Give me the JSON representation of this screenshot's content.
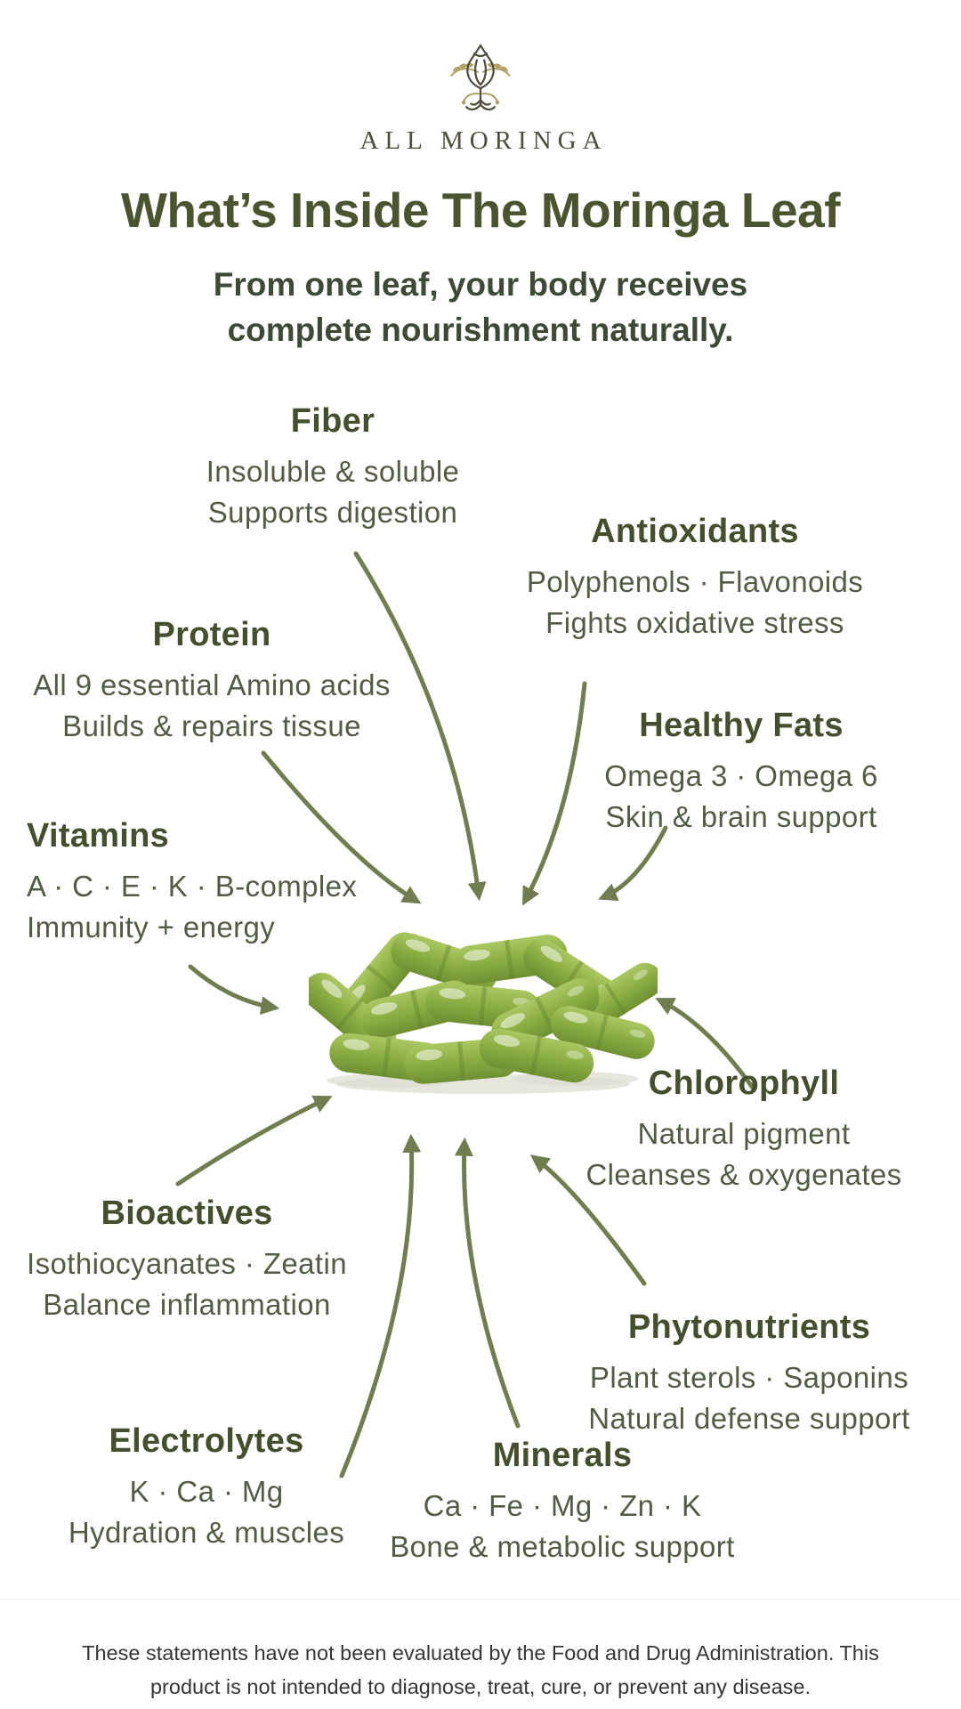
{
  "brand": {
    "name": "ALL MORINGA"
  },
  "header": {
    "title": "What’s Inside The Moringa Leaf",
    "subtitle_line1": "From one leaf, your body receives",
    "subtitle_line2": "complete nourishment naturally."
  },
  "center_image": {
    "alt": "pile of green moringa capsules"
  },
  "nutrients": [
    {
      "name": "Fiber",
      "line1": "Insoluble & soluble",
      "line2": "Supports digestion"
    },
    {
      "name": "Antioxidants",
      "line1": "Polyphenols · Flavonoids",
      "line2": "Fights oxidative stress"
    },
    {
      "name": "Protein",
      "line1": "All 9 essential Amino acids",
      "line2": "Builds & repairs tissue"
    },
    {
      "name": "Healthy Fats",
      "line1": "Omega 3 · Omega 6",
      "line2": "Skin & brain support"
    },
    {
      "name": "Vitamins",
      "line1": "A · C · E · K · B-complex",
      "line2": "Immunity + energy"
    },
    {
      "name": "Chlorophyll",
      "line1": "Natural pigment",
      "line2": "Cleanses & oxygenates"
    },
    {
      "name": "Bioactives",
      "line1": "Isothiocyanates · Zeatin",
      "line2": "Balance inflammation"
    },
    {
      "name": "Phytonutrients",
      "line1": "Plant sterols · Saponins",
      "line2": "Natural defense support"
    },
    {
      "name": "Electrolytes",
      "line1": "K · Ca · Mg",
      "line2": "Hydration & muscles"
    },
    {
      "name": "Minerals",
      "line1": "Ca · Fe · Mg · Zn · K",
      "line2": "Bone & metabolic support"
    }
  ],
  "footer": {
    "line1": "These statements have not been evaluated by the Food and Drug Administration. This",
    "line2": "product is not intended to diagnose, treat, cure, or prevent any disease."
  },
  "colors": {
    "title_green": "#4a5530",
    "subtitle_green": "#3d4a36",
    "heading_green": "#434f2d",
    "body_green": "#525c44",
    "arrow_olive": "#6f7d4f",
    "capsule_green": "#8aab40",
    "logo_gold": "#b3a268",
    "logo_dark": "#504d3c",
    "footer_text": "#343732",
    "background": "#ffffff"
  }
}
